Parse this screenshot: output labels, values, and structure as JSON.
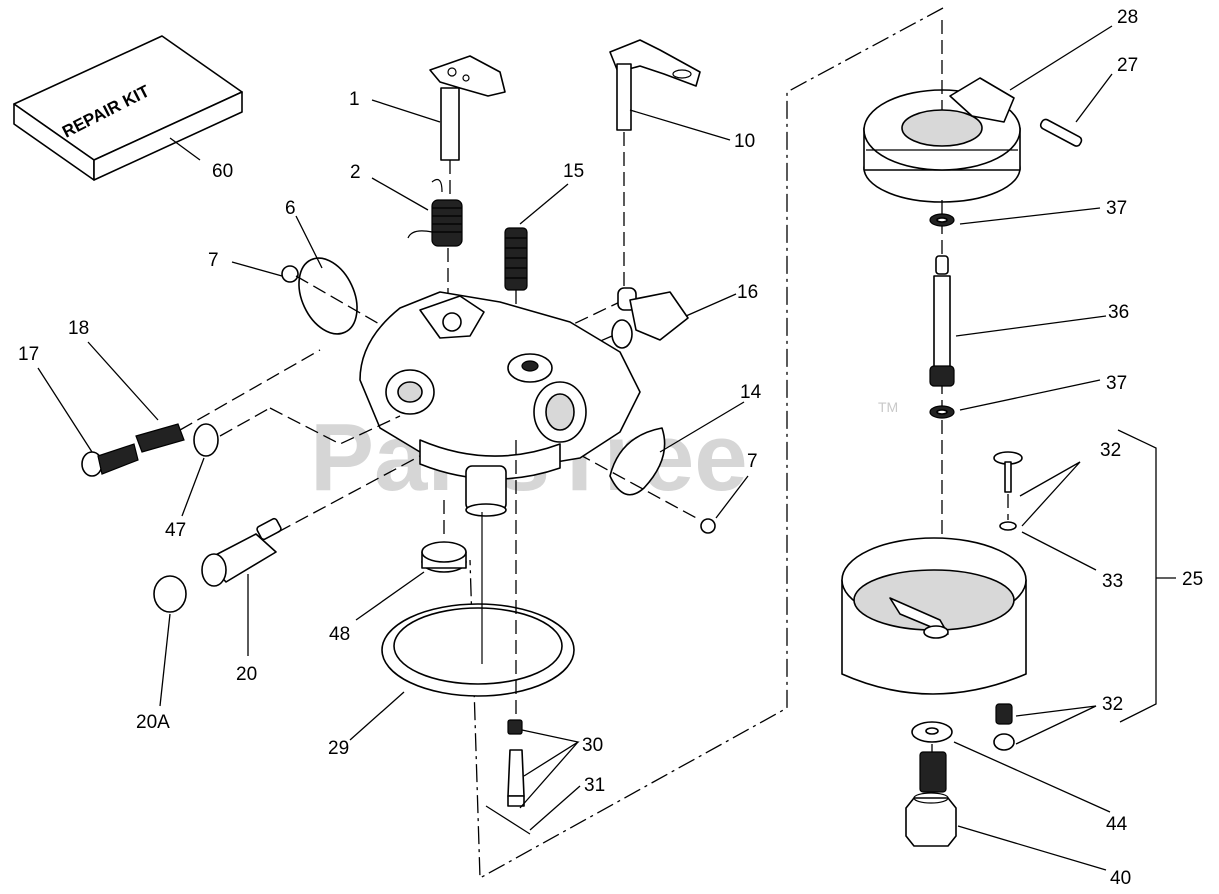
{
  "watermark": {
    "brand": "PartsTree",
    "trademark": "TM"
  },
  "repair_kit_label": "REPAIR KIT",
  "callouts": [
    {
      "id": "c1",
      "text": "1"
    },
    {
      "id": "c2",
      "text": "2"
    },
    {
      "id": "c6",
      "text": "6"
    },
    {
      "id": "c7a",
      "text": "7"
    },
    {
      "id": "c15",
      "text": "15"
    },
    {
      "id": "c10",
      "text": "10"
    },
    {
      "id": "c16",
      "text": "16"
    },
    {
      "id": "c18",
      "text": "18"
    },
    {
      "id": "c17",
      "text": "17"
    },
    {
      "id": "c14",
      "text": "14"
    },
    {
      "id": "c7b",
      "text": "7"
    },
    {
      "id": "c47",
      "text": "47"
    },
    {
      "id": "c48",
      "text": "48"
    },
    {
      "id": "c20",
      "text": "20"
    },
    {
      "id": "c20a",
      "text": "20A"
    },
    {
      "id": "c29",
      "text": "29"
    },
    {
      "id": "c30",
      "text": "30"
    },
    {
      "id": "c31",
      "text": "31"
    },
    {
      "id": "c60",
      "text": "60"
    },
    {
      "id": "c28",
      "text": "28"
    },
    {
      "id": "c27",
      "text": "27"
    },
    {
      "id": "c37a",
      "text": "37"
    },
    {
      "id": "c36",
      "text": "36"
    },
    {
      "id": "c37b",
      "text": "37"
    },
    {
      "id": "c32a",
      "text": "32"
    },
    {
      "id": "c33",
      "text": "33"
    },
    {
      "id": "c25",
      "text": "25"
    },
    {
      "id": "c32b",
      "text": "32"
    },
    {
      "id": "c44",
      "text": "44"
    },
    {
      "id": "c40",
      "text": "40"
    }
  ]
}
